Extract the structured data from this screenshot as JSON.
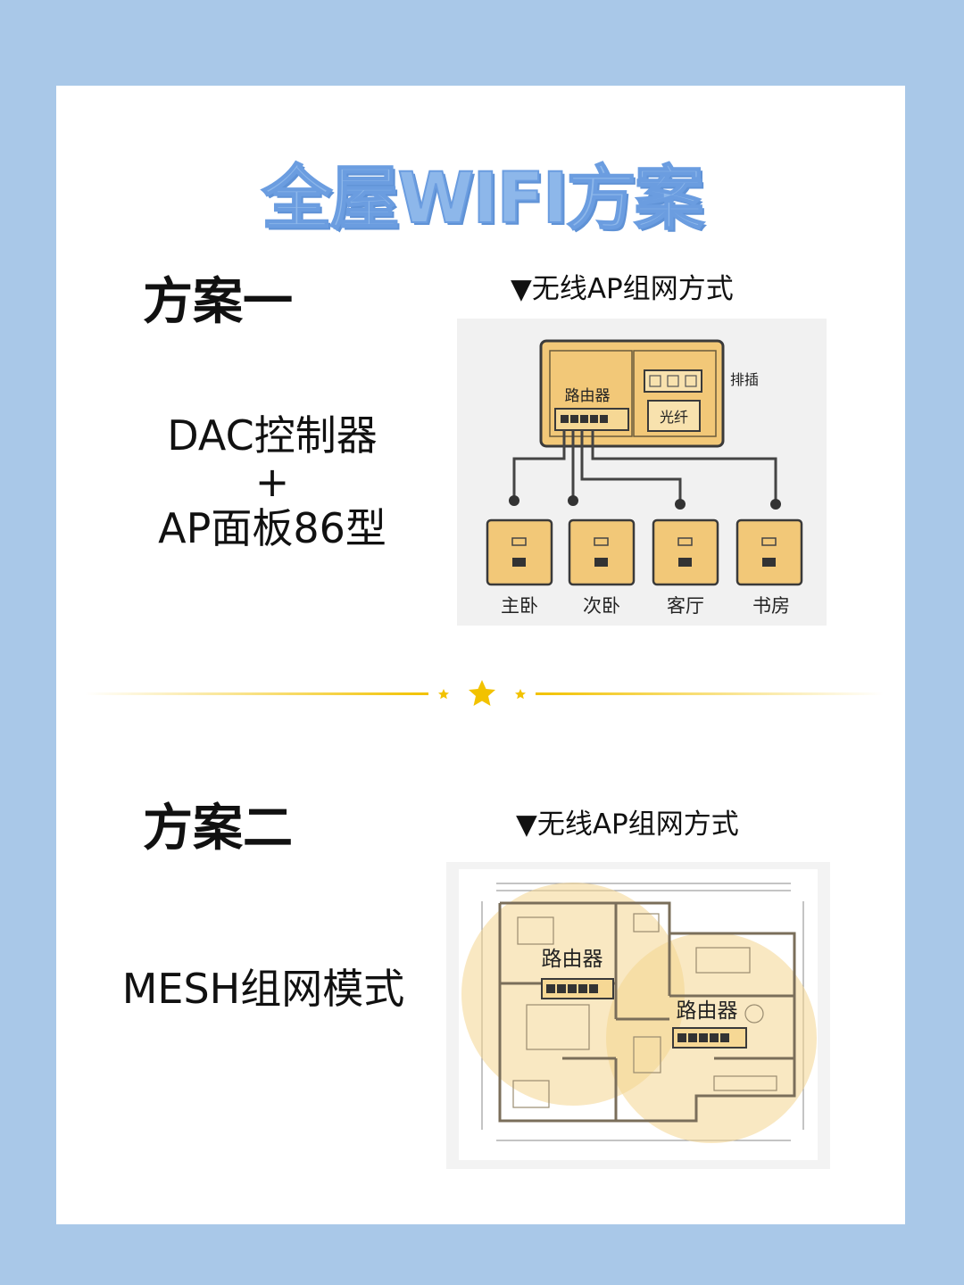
{
  "title": "全屋WIFI方案",
  "plan1": {
    "label": "方案一",
    "caption": "▼无线AP组网方式",
    "lines": [
      "DAC控制器",
      "+",
      "AP面板86型"
    ],
    "diagram": {
      "router_label": "路由器",
      "power_strip_label": "排插",
      "fiber_label": "光纤",
      "rooms": [
        "主卧",
        "次卧",
        "客厅",
        "书房"
      ]
    }
  },
  "plan2": {
    "label": "方案二",
    "caption": "▼无线AP组网方式",
    "text": "MESH组网模式",
    "diagram": {
      "router_labels": [
        "路由器",
        "路由器"
      ]
    }
  },
  "colors": {
    "background": "#a9c8e8",
    "title": "#8db7ea",
    "panel_fill": "#f2c878",
    "panel_stroke": "#3a3a3a",
    "coverage": "#f4d590",
    "divider": "#f2c200"
  }
}
